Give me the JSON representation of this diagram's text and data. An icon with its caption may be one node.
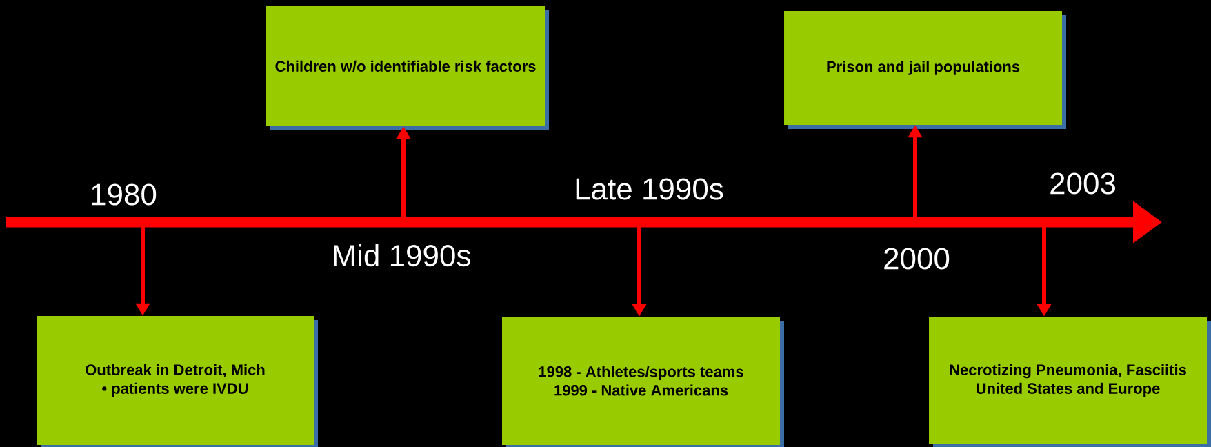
{
  "diagram": {
    "nodes": [
      {
        "text": [
          "Children w/o identifiable risk factors"
        ]
      },
      {
        "text": [
          "Prison and jail populations"
        ]
      },
      {
        "text": [
          "Outbreak in Detroit, Mich",
          "• patients were IVDU"
        ]
      },
      {
        "text": [
          "1998 - Athletes/sports teams",
          "1999 - Native Americans"
        ]
      },
      {
        "text": [
          "Necrotizing Pneumonia, Fasciitis",
          "United States and Europe"
        ]
      }
    ],
    "edges": [
      {
        "from": null,
        "to": 2,
        "arrow": "to"
      },
      {
        "from": null,
        "to": 0,
        "arrow": "to"
      },
      {
        "from": null,
        "to": 3,
        "arrow": "to"
      },
      {
        "from": null,
        "to": 1,
        "arrow": "to"
      },
      {
        "from": null,
        "to": 4,
        "arrow": "to"
      }
    ],
    "labels": [
      "1980",
      "Mid 1990s",
      "Late 1990s",
      "2000",
      "2003"
    ]
  }
}
